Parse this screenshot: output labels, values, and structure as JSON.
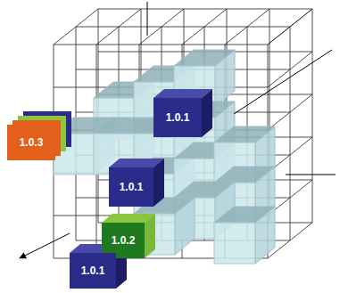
{
  "diagram": {
    "nodes": [
      {
        "text": [
          "1.0.1"
        ]
      },
      {
        "text": [
          "1.0.3"
        ]
      },
      {
        "text": [
          "1.0.1"
        ]
      },
      {
        "text": [
          "1.0.2"
        ]
      },
      {
        "text": [
          "1.0.1"
        ]
      }
    ]
  }
}
